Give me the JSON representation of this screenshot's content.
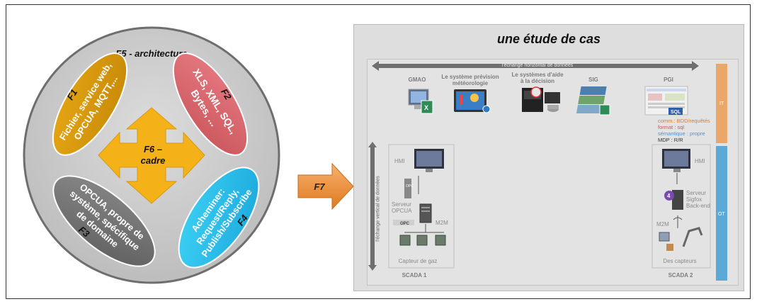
{
  "left_diagram": {
    "architecture_label": "F5 - architecture",
    "petal_f1": {
      "tag": "F1",
      "lines": [
        "Fichier, service web,",
        "OPCUA, MQTT,..."
      ]
    },
    "petal_f2": {
      "tag": "F2",
      "lines": [
        "XLS, XML, SQL,",
        "Bytes, ..."
      ]
    },
    "petal_f3": {
      "tag": "F3",
      "lines": [
        "OPCUA, propre de",
        "système, spécifique",
        "de domaine"
      ]
    },
    "petal_f4": {
      "tag": "F4",
      "lines": [
        "Acheminer:",
        "Request/Reply,",
        "Publish/Subscribe"
      ]
    },
    "center": {
      "line1": "F6 –",
      "line2": "cadre"
    }
  },
  "arrow": {
    "label": "F7"
  },
  "case_study": {
    "title": "une étude de cas",
    "horizontal_exchange": "l'échange horizontal de données",
    "vertical_exchange": "l'échange vertical de données",
    "it_label": "IT",
    "ot_label": "OT",
    "systems": {
      "gmao": "GMAO",
      "meteo_line1": "Le système prévision",
      "meteo_line2": "météorologie",
      "aide_line1": "Le systèmes d'aide",
      "aide_line2": "à la décision",
      "sig": "SIG",
      "pgi": "PGI"
    },
    "pgi_info": {
      "comm": "comm.: BDD/requêtés",
      "format": "format : sql",
      "semantique": "sémantique : propre",
      "mdp": "MDP : R/R"
    },
    "scada1": {
      "hmi": "HMI",
      "serveur_line1": "Serveur",
      "serveur_line2": "OPCUA",
      "m2m": "M2M",
      "capteur": "Capteur de gaz",
      "title": "SCADA 1",
      "opc_badge": "OPC"
    },
    "scada2": {
      "hmi": "HMI",
      "serveur_line1": "Serveur",
      "serveur_line2": "Sigfox",
      "serveur_line3": "Back-end",
      "m2m": "M2M",
      "capteurs": "Des capteurs",
      "title": "SCADA 2"
    },
    "colors": {
      "it_bar": "#e9a86a",
      "ot_bar": "#5aa9d6"
    }
  }
}
